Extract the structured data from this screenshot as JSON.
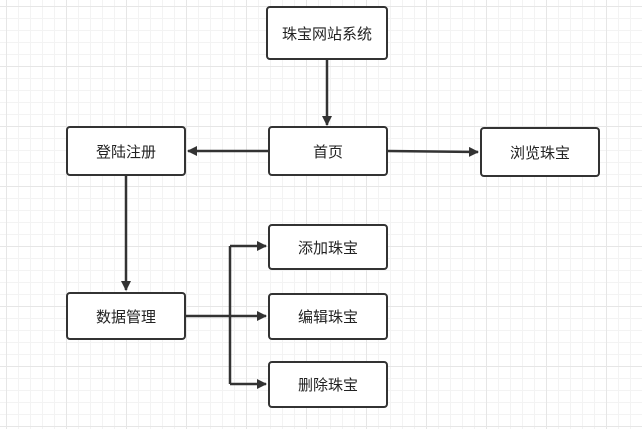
{
  "diagram": {
    "nodes": {
      "root": "珠宝网站系统",
      "home": "首页",
      "login": "登陆注册",
      "browse": "浏览珠宝",
      "data_manage": "数据管理",
      "add": "添加珠宝",
      "edit": "编辑珠宝",
      "delete": "删除珠宝"
    },
    "edges": [
      {
        "from": "root",
        "to": "home"
      },
      {
        "from": "home",
        "to": "login"
      },
      {
        "from": "home",
        "to": "browse"
      },
      {
        "from": "login",
        "to": "data_manage"
      },
      {
        "from": "data_manage",
        "to": "add"
      },
      {
        "from": "data_manage",
        "to": "edit"
      },
      {
        "from": "data_manage",
        "to": "delete"
      }
    ],
    "colors": {
      "border": "#333333",
      "line": "#333333",
      "grid": "#e6e6e6"
    }
  }
}
